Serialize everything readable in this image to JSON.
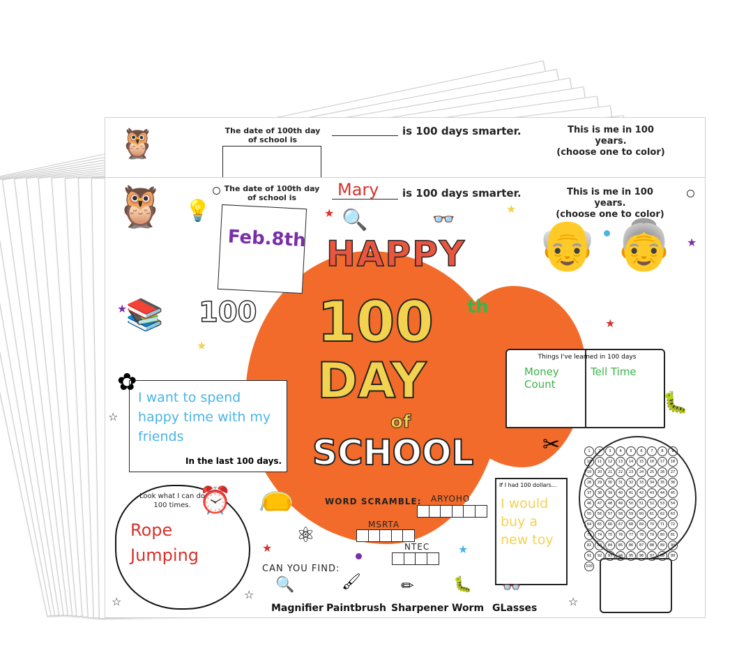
{
  "sheet_back": {
    "date_prompt": "The date of 100th day of school is",
    "smarter_text": "is 100 days smarter.",
    "future_title": "This is me in 100 years.",
    "future_sub": "(choose one to color)"
  },
  "sheet_front": {
    "date_prompt": "The date of 100th day of school is",
    "date_value": "Feb.8th",
    "name_value": "Mary",
    "smarter_text": "is 100 days smarter.",
    "future_title": "This is me in 100 years.",
    "future_sub": "(choose one to color)",
    "number_100": "100",
    "title_happy": "HAPPY",
    "title_100": "100",
    "title_th": "th",
    "title_day": "DAY",
    "title_of": "of",
    "title_school": "SCHOOL",
    "spend_text": "I want to spend happy time with my friends",
    "spend_caption": "In the last 100 days.",
    "times_prompt": "Look what I can do 100 times.",
    "times_value": "Rope Jumping",
    "learned_title": "Things I've learned in 100 days",
    "learned_left": "Money Count",
    "learned_right": "Tell Time",
    "dollars_prompt": "If I had 100 dollars...",
    "dollars_value": "I would buy a new toy",
    "word_scramble_label": "WORD SCRAMBLE:",
    "scrambles": [
      {
        "word": "ARYOHO",
        "boxes": 6
      },
      {
        "word": "MSRTA",
        "boxes": 5
      },
      {
        "word": "NTEC",
        "boxes": 4
      }
    ],
    "find_label": "CAN YOU FIND:",
    "find_items": [
      "Magnifier",
      "Paintbrush",
      "Sharpener",
      "Worm",
      "GLasses"
    ]
  },
  "colors": {
    "orange": "#f26b2a",
    "green": "#3bb34a",
    "blue": "#4ab4e6",
    "red": "#d8312a",
    "yellow": "#f2d24f",
    "purple": "#7a2fa8"
  }
}
